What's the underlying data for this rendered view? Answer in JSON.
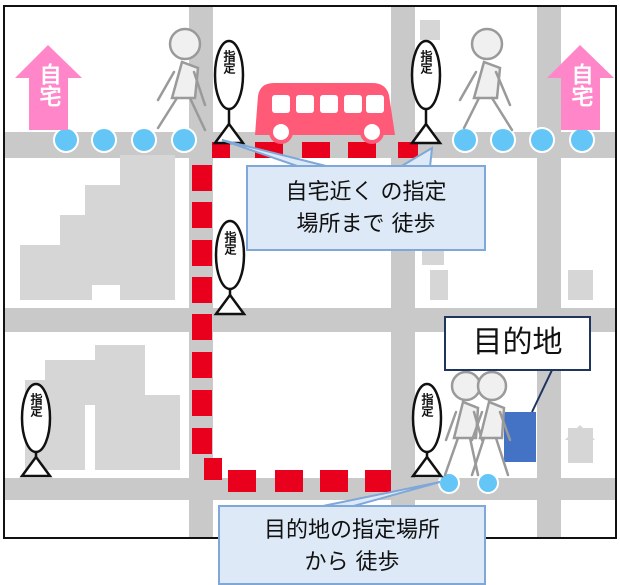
{
  "home_label": "自宅",
  "stop_sign_text": "指定",
  "callout_top": {
    "line1": "自宅近く の指定",
    "line2": "場所まで 徒歩"
  },
  "callout_bottom": {
    "line1": "目的地の指定場所",
    "line2": "から 徒歩"
  },
  "destination_label": "目的地",
  "colors": {
    "road": "#c9c9c9",
    "building": "#d6d6d6",
    "route": "#e8001c",
    "home_arrow": "#ff86c8",
    "bus": "#ff5a78",
    "walk_dots": "#63c6f6",
    "callout_fill": "#dde9f6",
    "callout_border": "#7fa8d8",
    "destination_building": "#4472c4",
    "frame": "#111111"
  },
  "icons": [
    "home-arrow-icon",
    "walking-person-icon",
    "stop-sign-icon",
    "minibus-icon",
    "destination-building-icon"
  ]
}
